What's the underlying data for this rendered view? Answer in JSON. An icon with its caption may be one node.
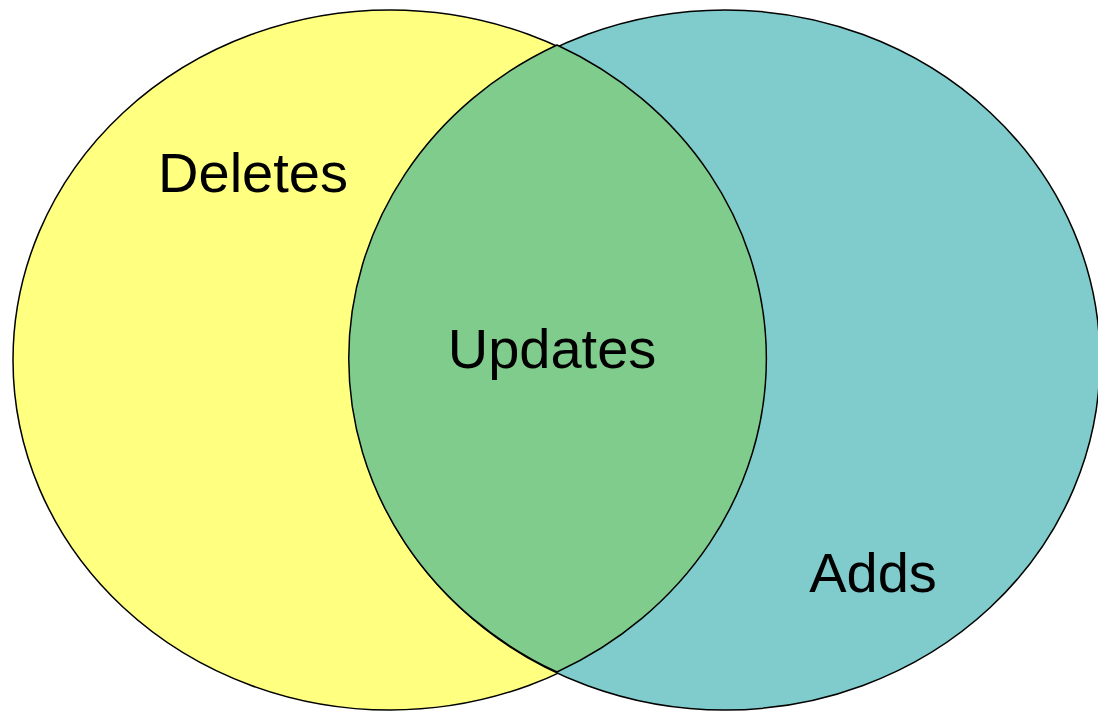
{
  "diagram": {
    "nodes": [
      {
        "text": [
          "Deletes"
        ]
      },
      {
        "text": [
          "Updates"
        ]
      },
      {
        "text": [
          "Adds"
        ]
      }
    ]
  }
}
